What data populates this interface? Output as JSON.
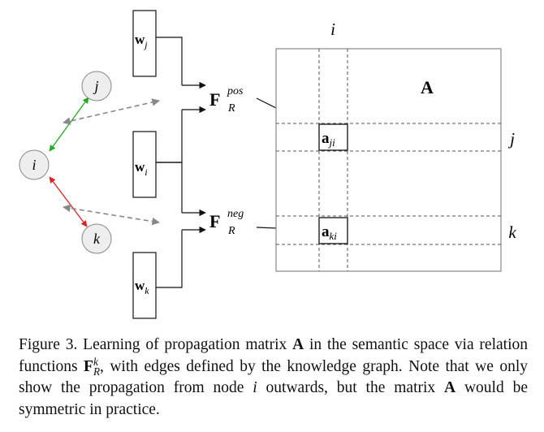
{
  "nodes": {
    "j": "j",
    "i": "i",
    "k": "k"
  },
  "weights": {
    "wj": {
      "main": "w",
      "sub": "j"
    },
    "wi": {
      "main": "w",
      "sub": "i"
    },
    "wk": {
      "main": "w",
      "sub": "k"
    }
  },
  "functions": {
    "pos": {
      "main": "F",
      "sub": "R",
      "sup": "pos"
    },
    "neg": {
      "main": "F",
      "sub": "R",
      "sup": "neg"
    }
  },
  "matrix": {
    "name": "A",
    "col_label": "i",
    "row_label_j": "j",
    "row_label_k": "k",
    "cell_ji": {
      "main": "a",
      "sub": "ji"
    },
    "cell_ki": {
      "main": "a",
      "sub": "ki"
    }
  },
  "caption": {
    "p1": "Figure 3. Learning of propagation matrix ",
    "A1": "A",
    "p2": " in the semantic space via relation functions ",
    "F": "F",
    "Fsup": "k",
    "Fsub": "R",
    "p3": ", with edges defined by the knowledge graph. Note that we only show the propagation from node ",
    "i": "i",
    "p4": " outwards, but the matrix ",
    "A2": "A",
    "p5": " would be symmetric in practice."
  },
  "colors": {
    "green_edge": "#22aa22",
    "red_edge": "#dd2222",
    "dashed_edge": "#888888",
    "node_fill": "#eeeeee",
    "matrix_border": "#888888"
  }
}
